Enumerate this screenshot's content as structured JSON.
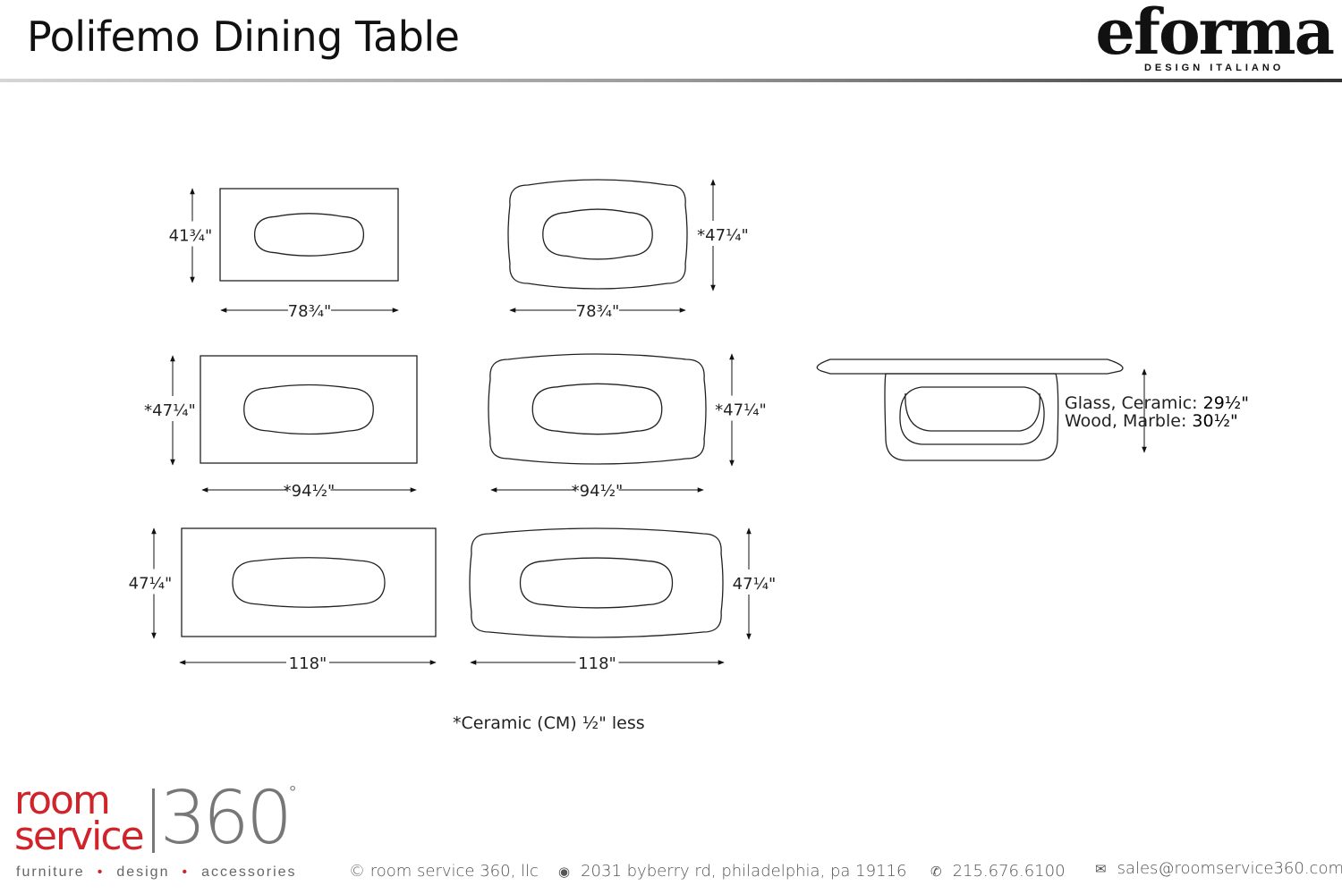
{
  "header": {
    "title": "Polifemo Dining Table",
    "brand": "eforma",
    "brand_sub": "DESIGN ITALIANO"
  },
  "tables": [
    {
      "shape": "rectangle",
      "depth": "41¾\"",
      "width": "78¾\""
    },
    {
      "shape": "soft-rectangle",
      "depth": "*47¼\"",
      "width": "78¾\""
    },
    {
      "shape": "rectangle",
      "depth": "*47¼\"",
      "width": "*94½\""
    },
    {
      "shape": "soft-rectangle",
      "depth": "*47¼\"",
      "width": "*94½\""
    },
    {
      "shape": "rectangle",
      "depth": "47¼\"",
      "width": "118\""
    },
    {
      "shape": "soft-rectangle",
      "depth": "47¼\"",
      "width": "118\""
    }
  ],
  "elevation": {
    "line1_label": "Glass, Ceramic: ",
    "line1_value": "29½\"",
    "line2_label": "Wood, Marble: ",
    "line2_value": "30½\""
  },
  "note": "*Ceramic (CM) ½\" less",
  "footer": {
    "logo_word1": "room",
    "logo_word2": "service",
    "logo_number": "360",
    "logo_degree": "°",
    "tagline": [
      "furniture",
      "design",
      "accessories"
    ],
    "tagline_separator": "•",
    "copyright": "© room service 360, llc",
    "address": "2031 byberry rd, philadelphia, pa 19116",
    "phone": "215.676.6100",
    "email": "sales@roomservice360.com",
    "icons": {
      "address": "map-pin-icon",
      "phone": "phone-icon",
      "email": "envelope-icon"
    }
  },
  "colors": {
    "brand_red": "#d1232a",
    "brand_gray": "#777777"
  }
}
